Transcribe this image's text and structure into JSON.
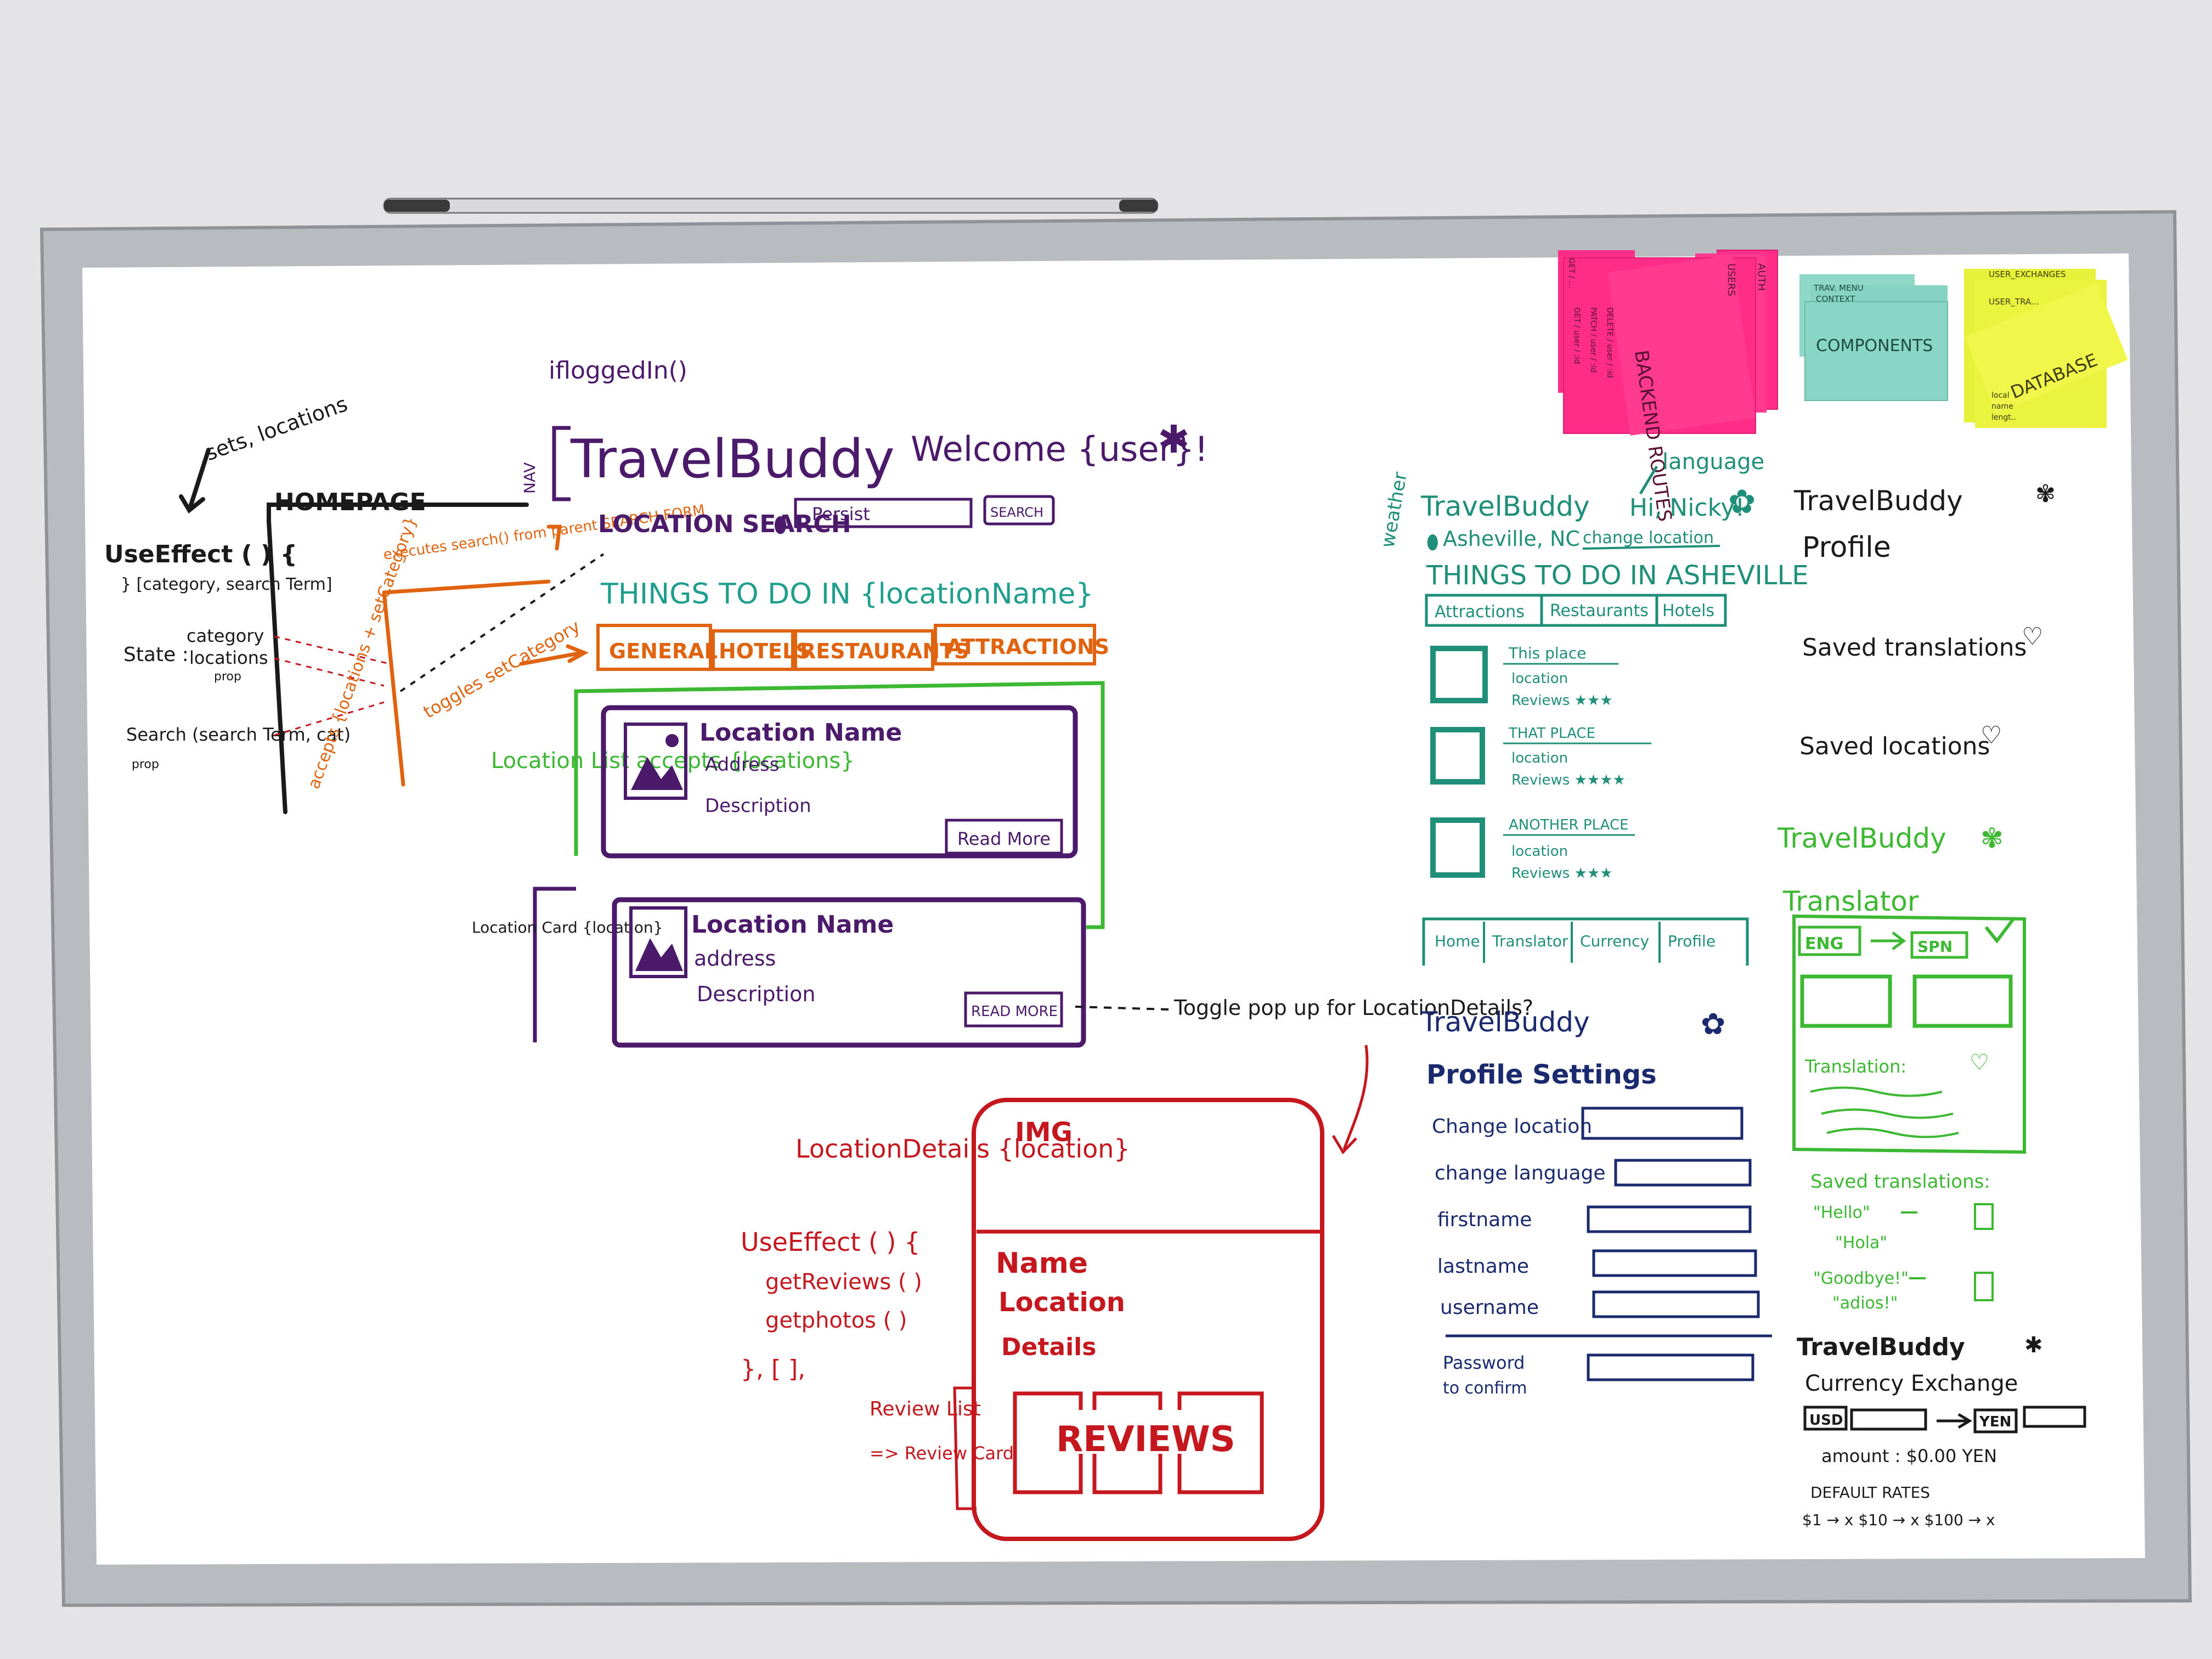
{
  "colors": {
    "wall": "#e4e4e6",
    "board": "#ffffff",
    "frame": "#b8bbbf",
    "black": "#1a1a1a",
    "purple": "#4b1a6b",
    "orange": "#e0640f",
    "teal": "#1f8f7a",
    "green": "#3cb832",
    "navy": "#1b2a6e",
    "red": "#c4171e",
    "pink_note": "#ff2d87",
    "teal_note": "#8ad6c6",
    "yellow_note": "#e8f23a"
  },
  "tray_marker": "marker",
  "sticky_notes": {
    "backend_routes": "BACKEND ROUTES",
    "backend_small_lines": [
      "GET / user / :id",
      "PATCH / user / :id",
      "DELETE / user / :id",
      "GET / ...",
      "USERS",
      "AUTH"
    ],
    "components": "COMPONENTS",
    "components_small": [
      "TRAV. MENU",
      "CONTEXT"
    ],
    "database": "DATABASE",
    "database_small": [
      "USER_EXCHANGES",
      "USER_TRA...",
      "local",
      "name",
      "lengt.."
    ]
  },
  "left_notes": {
    "sets_locations": "sets, locations",
    "homepage": "HOMEPAGE",
    "use_effect": "UseEffect ( ) {",
    "deps": "} [category, search Term]",
    "state_label": "State :",
    "category": "category",
    "locations": "locations",
    "prop": "prop",
    "search_fn": "Search (search Term, cat)",
    "search_prop": "prop",
    "executes_search": "executes search() from parent SEARCH FORM",
    "accepts": "accepts {locations + setCategory}",
    "toggles": "toggles setCategory",
    "location_list": "Location List accepts {locations}",
    "location_card": "Location Card {location}"
  },
  "homepage_wireframe": {
    "is_logged_in": "ifloggedIn()",
    "nav": "NAV",
    "logo": "TravelBuddy",
    "welcome": "Welcome {user}!",
    "location_search": "LOCATION SEARCH",
    "search_placeholder": "Persist",
    "search_button": "SEARCH",
    "things_to_do": "THINGS TO DO IN {locationName}",
    "tabs": [
      "GENERAL",
      "HOTELS",
      "RESTAURANTS",
      "ATTRACTIONS"
    ],
    "cards": [
      {
        "name": "Location Name",
        "address": "Address",
        "description": "Description",
        "button": "Read More"
      },
      {
        "name": "Location Name",
        "address": "address",
        "description": "Description",
        "button": "READ MORE"
      }
    ],
    "toggle_note": "Toggle pop up for LocationDetails?"
  },
  "details_wireframe": {
    "component": "LocationDetails {location}",
    "use_effect": "UseEffect ( ) {",
    "get_reviews": "getReviews ( )",
    "get_photos": "getphotos ( )",
    "close": "}, [ ],",
    "img": "IMG",
    "name": "Name",
    "location": "Location",
    "details": "Details",
    "reviews": "REVIEWS",
    "review_list": "Review List",
    "review_card": "=> Review Card"
  },
  "mobile_home": {
    "weather": "weather",
    "language": "language",
    "logo": "TravelBuddy",
    "greeting": "Hi, Nicky!",
    "location": "Asheville, NC",
    "change_location": "change location",
    "title": "THINGS TO DO IN ASHEVILLE",
    "filters": [
      "Attractions",
      "Restaurants",
      "Hotels"
    ],
    "places": [
      {
        "name": "This place",
        "location": "location",
        "reviews": "Reviews ★★★"
      },
      {
        "name": "THAT PLACE",
        "location": "location",
        "reviews": "Reviews ★★★★"
      },
      {
        "name": "ANOTHER PLACE",
        "location": "location",
        "reviews": "Reviews ★★★"
      }
    ],
    "bottom_nav": [
      "Home",
      "Translator",
      "Currency",
      "Profile"
    ]
  },
  "profile_settings": {
    "logo": "TravelBuddy",
    "title": "Profile Settings",
    "fields": [
      "Change location",
      "change language",
      "firstname",
      "lastname",
      "username"
    ],
    "password_label_1": "Password",
    "password_label_2": "to confirm"
  },
  "profile": {
    "logo": "TravelBuddy",
    "title": "Profile",
    "saved_translations": "Saved translations",
    "saved_locations": "Saved locations"
  },
  "translator": {
    "logo": "TravelBuddy",
    "title": "Translator",
    "from_lang": "ENG",
    "to_lang": "SPN",
    "translation_label": "Translation:",
    "saved_title": "Saved translations:",
    "pair_1_from": "\"Hello\"",
    "pair_1_to": "\"Hola\"",
    "pair_2_from": "\"Goodbye!\"",
    "pair_2_to": "\"adios!\""
  },
  "currency": {
    "logo": "TravelBuddy",
    "title": "Currency Exchange",
    "from": "USD",
    "to": "YEN",
    "amount": "amount : $0.00 YEN",
    "default_rates": "DEFAULT RATES",
    "rates": "$1 → x   $10 → x   $100 → x"
  }
}
